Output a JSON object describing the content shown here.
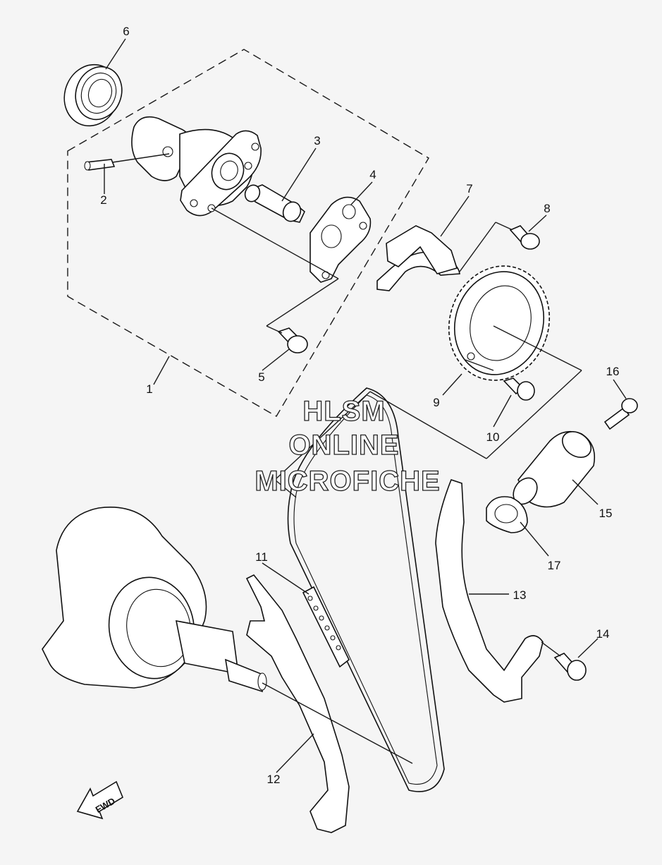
{
  "watermark": {
    "line1": "HLSM",
    "line2": "ONLINE",
    "line3": "MICROFICHE"
  },
  "direction_label": "FWD",
  "callouts": [
    {
      "id": "callout-1",
      "label": "1"
    },
    {
      "id": "callout-2",
      "label": "2"
    },
    {
      "id": "callout-3",
      "label": "3"
    },
    {
      "id": "callout-4",
      "label": "4"
    },
    {
      "id": "callout-5",
      "label": "5"
    },
    {
      "id": "callout-6",
      "label": "6"
    },
    {
      "id": "callout-7",
      "label": "7"
    },
    {
      "id": "callout-8",
      "label": "8"
    },
    {
      "id": "callout-9",
      "label": "9"
    },
    {
      "id": "callout-10",
      "label": "10"
    },
    {
      "id": "callout-11",
      "label": "11"
    },
    {
      "id": "callout-12",
      "label": "12"
    },
    {
      "id": "callout-13",
      "label": "13"
    },
    {
      "id": "callout-14",
      "label": "14"
    },
    {
      "id": "callout-15",
      "label": "15"
    },
    {
      "id": "callout-16",
      "label": "16"
    },
    {
      "id": "callout-17",
      "label": "17"
    }
  ]
}
